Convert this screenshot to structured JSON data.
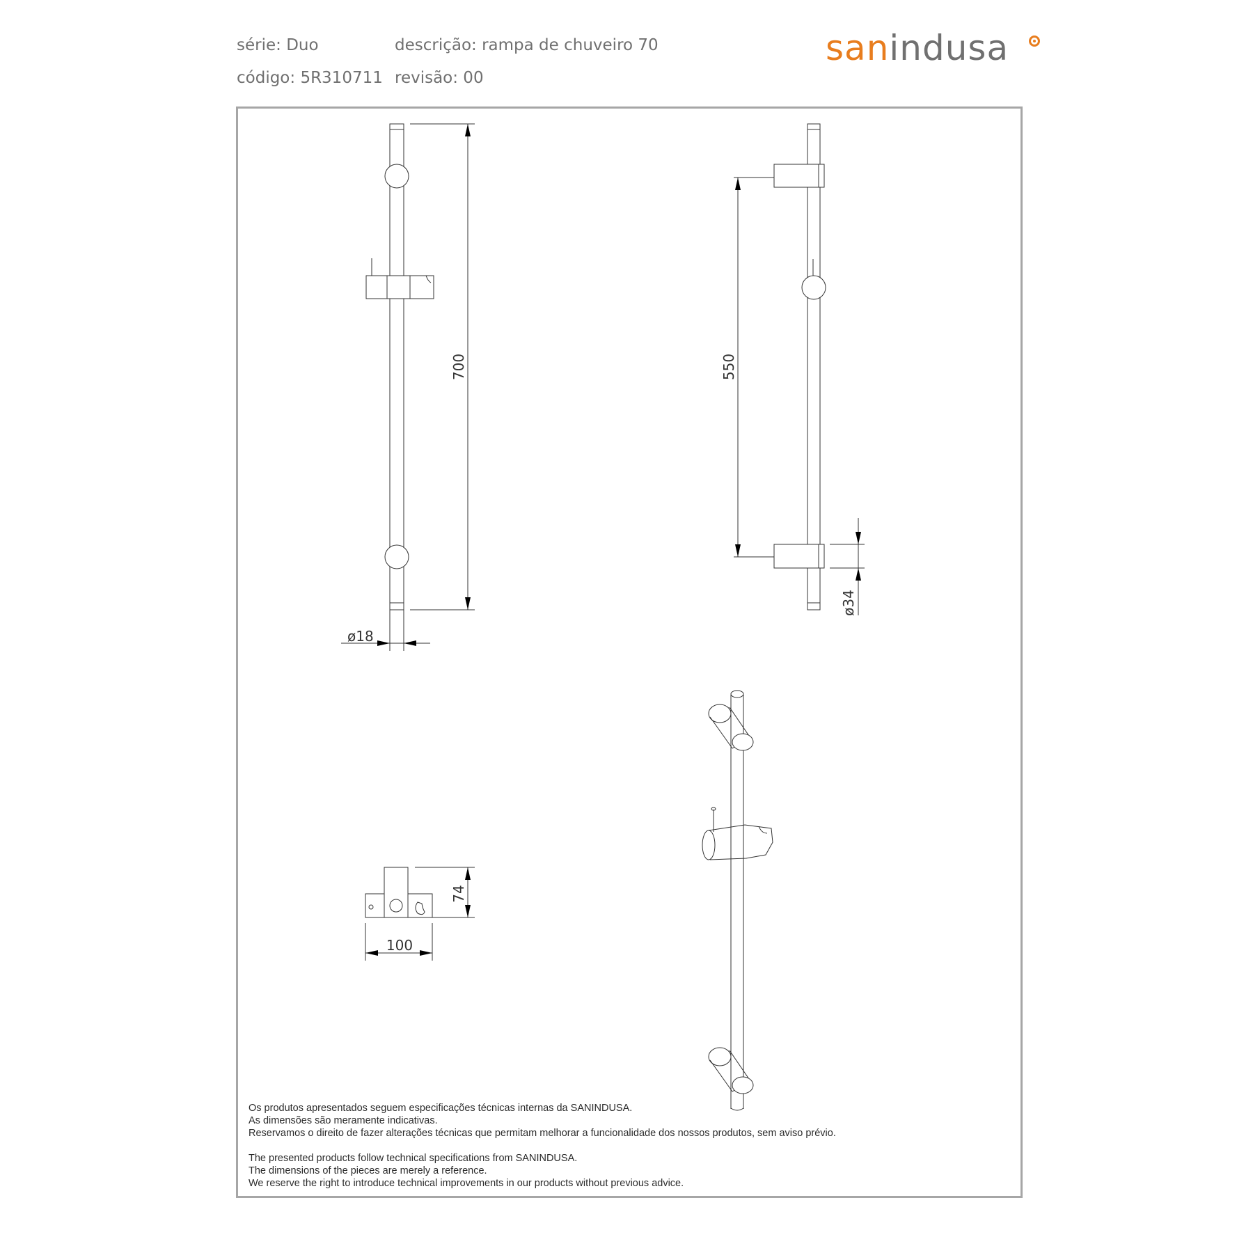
{
  "header": {
    "serie": "série: Duo",
    "descricao": "descrição: rampa de chuveiro 70",
    "codigo": "código: 5R310711",
    "revisao": "revisão: 00"
  },
  "logo": {
    "part1": "san",
    "part2": "indusa",
    "accent_color": "#e87d1e",
    "text_color": "#707070"
  },
  "dimensions": {
    "height_total": "700",
    "diameter_bar": "ø18",
    "spacing": "550",
    "diameter_support": "ø34",
    "support_height": "74",
    "support_width": "100"
  },
  "notes": {
    "pt": [
      "Os produtos apresentados seguem especificações técnicas internas da SANINDUSA.",
      "As dimensões são meramente indicativas.",
      "Reservamos o direito de fazer alterações técnicas que permitam melhorar a funcionalidade dos nossos produtos, sem aviso prévio."
    ],
    "en": [
      "The presented products follow technical specifications from SANINDUSA.",
      "The dimensions of the pieces are merely a reference.",
      "We reserve the right to introduce technical improvements in our products without previous advice."
    ]
  }
}
